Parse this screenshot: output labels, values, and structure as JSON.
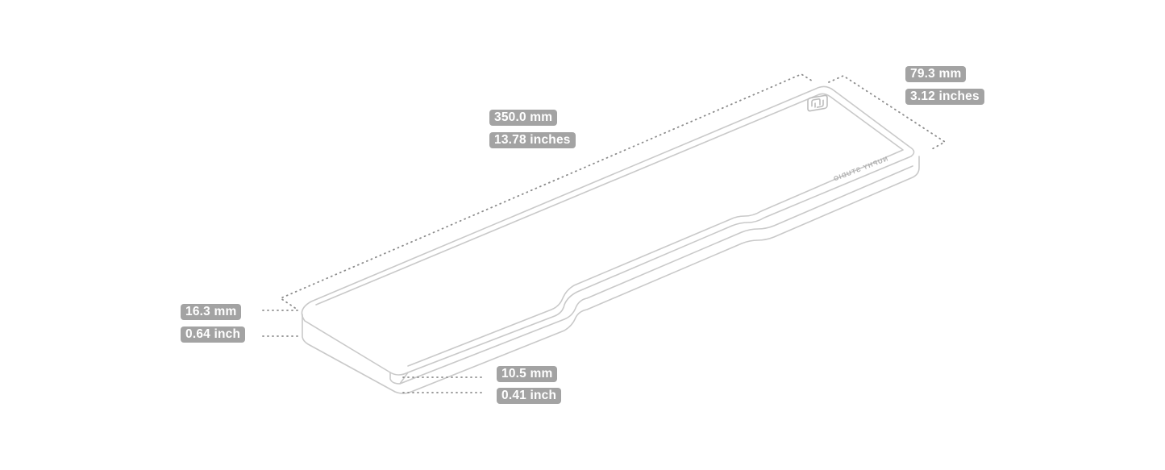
{
  "colors": {
    "outline": "#c9c9c9",
    "dotted": "#8c8c8c",
    "badge_bg": "#a3a3a3",
    "badge_text": "#ffffff"
  },
  "product": {
    "brand_text": "NUPHY STUDIO",
    "logo": "nuphy-logo-icon"
  },
  "dimensions": {
    "length": {
      "mm": "350.0 mm",
      "inches": "13.78 inches"
    },
    "width": {
      "mm": "79.3 mm",
      "inches": "3.12 inches"
    },
    "height_back": {
      "mm": "16.3 mm",
      "inches": "0.64 inch"
    },
    "height_front": {
      "mm": "10.5 mm",
      "inches": "0.41 inch"
    }
  }
}
